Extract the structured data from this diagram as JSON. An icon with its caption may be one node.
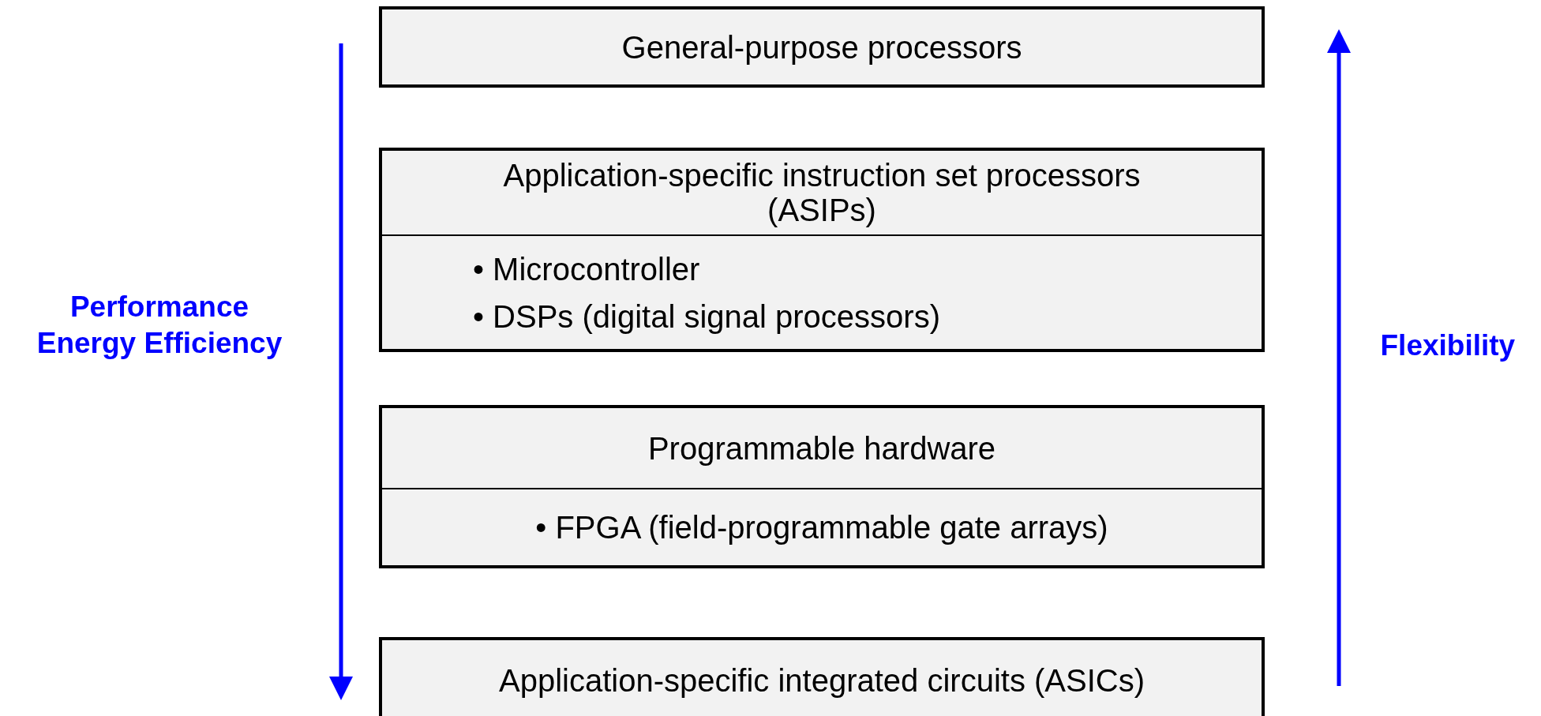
{
  "diagram": {
    "nodes": [
      {
        "text": [
          "General-purpose processors"
        ]
      },
      {
        "text": [
          "Application-specific instruction set processors (ASIPs)",
          "• Microcontroller",
          "• DSPs (digital signal processors)"
        ]
      },
      {
        "text": [
          "Programmable hardware",
          "• FPGA (field-programmable gate arrays)"
        ]
      },
      {
        "text": [
          "Application-specific integrated circuits (ASICs)"
        ]
      }
    ],
    "edges": [],
    "labels": [
      "Performance Energy Efficiency",
      "Flexibility"
    ]
  }
}
